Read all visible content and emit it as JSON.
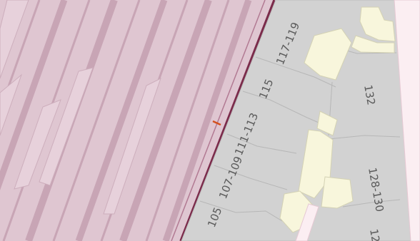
{
  "map": {
    "colors": {
      "background": "#ffffff",
      "railway_area": "#dfc6d1",
      "railway_line": "#c7a3b3",
      "boundary": "#7b2b4b",
      "building": "#d2d2d2",
      "building_outline": "#b9b9b9",
      "yard": "#f8f6dc",
      "road": "#fbeef2",
      "marker": "#d3501f"
    },
    "house_numbers": [
      {
        "key": "n117_119",
        "text": "117-119"
      },
      {
        "key": "n115",
        "text": "115"
      },
      {
        "key": "n111_113",
        "text": "111-113"
      },
      {
        "key": "n107_109",
        "text": "107-109"
      },
      {
        "key": "n105",
        "text": "105"
      },
      {
        "key": "n132",
        "text": "132"
      },
      {
        "key": "n128_130",
        "text": "128-130"
      },
      {
        "key": "n12x",
        "text": "12"
      }
    ]
  }
}
